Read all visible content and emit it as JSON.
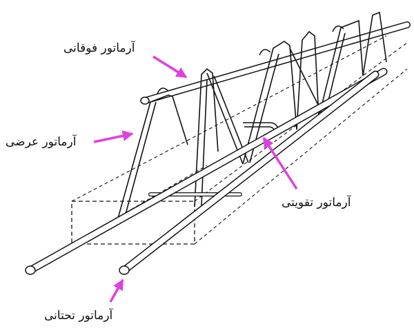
{
  "labels": {
    "top_rebar": "آرماتور فوقانی",
    "cross_rebar": "آرماتور عرضی",
    "reinforcing_rebar": "آرماتور تقویتی",
    "bottom_rebar": "آرماتور تحتانی"
  },
  "colors": {
    "arrow": "#e040e0",
    "line": "#111111",
    "background": "#ffffff"
  }
}
